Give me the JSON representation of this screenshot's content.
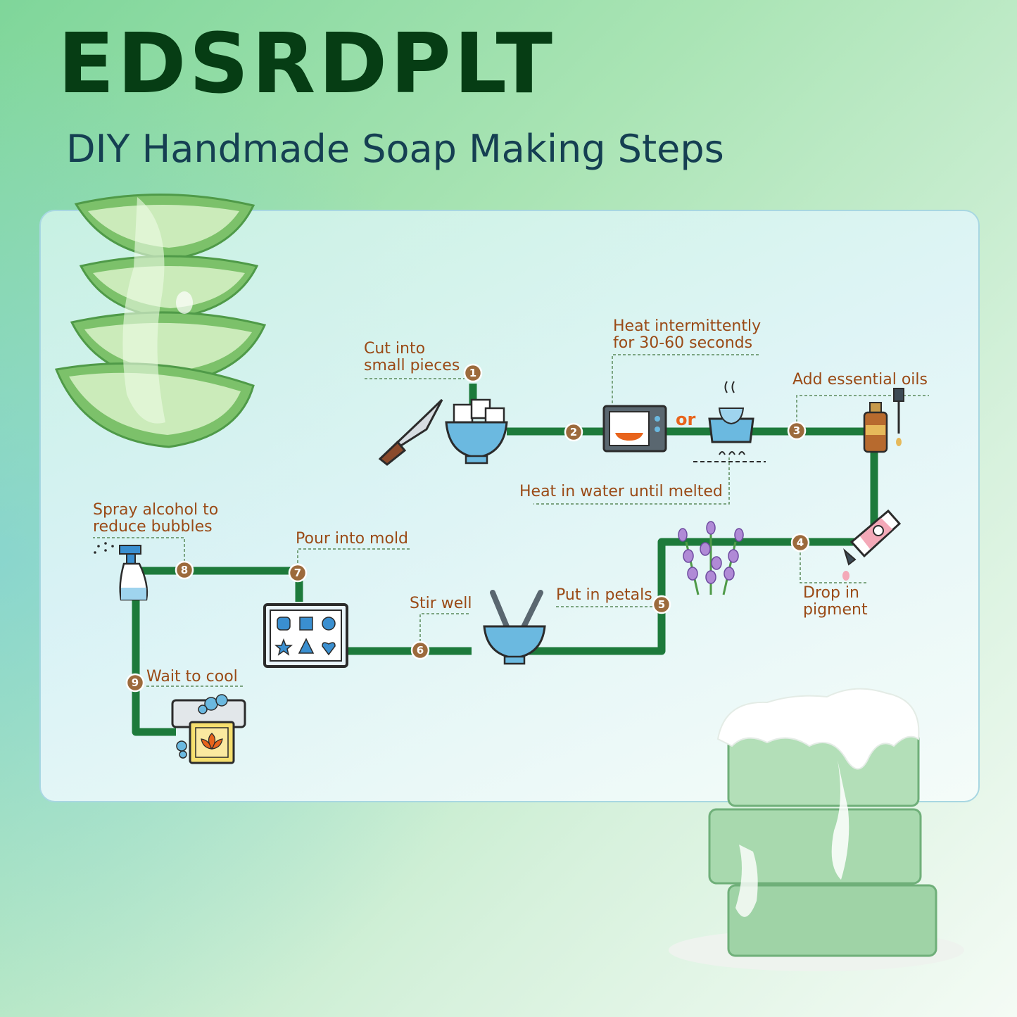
{
  "brand": "EDSRDPLT",
  "subtitle": "DIY Handmade Soap Making Steps",
  "or_label": "or",
  "steps": [
    {
      "number": "1",
      "label": "Cut into\nsmall pieces",
      "icon": "knife-and-bowl-icon"
    },
    {
      "number": "2",
      "label": "Heat intermittently\nfor 30-60 seconds",
      "alt_label": "Heat in water until melted",
      "icon": "microwave-icon"
    },
    {
      "number": "3",
      "label": "Add essential oils",
      "icon": "oil-bottle-dropper-icon"
    },
    {
      "number": "4",
      "label": "Drop in\npigment",
      "icon": "pigment-tube-icon"
    },
    {
      "number": "5",
      "label": "Put in petals",
      "icon": "lavender-icon"
    },
    {
      "number": "6",
      "label": "Stir well",
      "icon": "stir-bowl-icon"
    },
    {
      "number": "7",
      "label": "Pour into mold",
      "icon": "soap-mold-icon"
    },
    {
      "number": "8",
      "label": "Spray alcohol to\nreduce bubbles",
      "icon": "spray-bottle-icon"
    },
    {
      "number": "9",
      "label": "Wait to cool",
      "icon": "finished-soap-icon"
    }
  ],
  "colors": {
    "path": "#1d7a3b",
    "label": "#9a4a16",
    "badge": "#9c6a3c",
    "brand": "#063d14",
    "subtitle": "#153f52",
    "or": "#e8641c"
  }
}
